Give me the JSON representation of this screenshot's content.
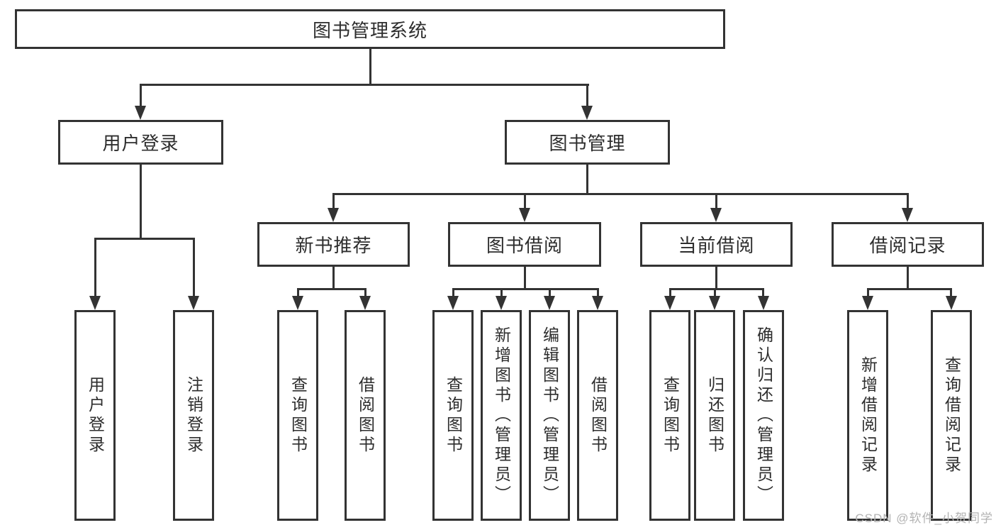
{
  "diagram_title": "图书管理系统",
  "colors": {
    "line": "#333333",
    "box_border": "#333333",
    "text": "#2d2d2d",
    "background": "#ffffff",
    "watermark": "#b3b3b3"
  },
  "tree": {
    "label": "图书管理系统",
    "children": [
      {
        "label": "用户登录",
        "children": [
          {
            "label": "用户登录"
          },
          {
            "label": "注销登录"
          }
        ]
      },
      {
        "label": "图书管理",
        "children": [
          {
            "label": "新书推荐",
            "children": [
              {
                "label": "查询图书"
              },
              {
                "label": "借阅图书"
              }
            ]
          },
          {
            "label": "图书借阅",
            "children": [
              {
                "label": "查询图书"
              },
              {
                "label": "新增图书（管理员）"
              },
              {
                "label": "编辑图书（管理员）"
              },
              {
                "label": "借阅图书"
              }
            ]
          },
          {
            "label": "当前借阅",
            "children": [
              {
                "label": "查询图书"
              },
              {
                "label": "归还图书"
              },
              {
                "label": "确认归还（管理员）"
              }
            ]
          },
          {
            "label": "借阅记录",
            "children": [
              {
                "label": "新增借阅记录"
              },
              {
                "label": "查询借阅记录"
              }
            ]
          }
        ]
      }
    ]
  },
  "watermark": {
    "text": "CSDN @软件_小贺同学"
  }
}
